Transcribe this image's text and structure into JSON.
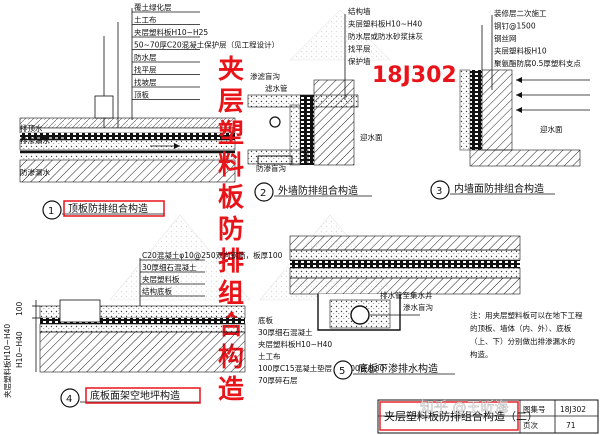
{
  "stamp": "18J302",
  "vertical_title": "夹层塑料板防排组合构造",
  "watermark": "知乎 @王昕海",
  "detail1": {
    "number": "1",
    "title": "顶板防排组合构造",
    "layers": [
      "覆土绿化层",
      "土工布",
      "夹层塑料板H10~H25",
      "50~70厚C20混凝土保护层（见工程设计）",
      "防水层",
      "找平层",
      "找坡层",
      "顶板"
    ],
    "left_labels": [
      "排顶水",
      "排渗漏水",
      "防渗漏水"
    ]
  },
  "detail2": {
    "number": "2",
    "title": "外墙防排组合构造",
    "layers": [
      "结构墙",
      "夹层塑料板H10~H40",
      "防水层或防水砂浆抹灰",
      "找平层",
      "保护墙"
    ],
    "labels": [
      "迎水面",
      "渗滤盲沟",
      "滤水管",
      "防渗盲沟"
    ]
  },
  "detail3": {
    "number": "3",
    "title": "内墙面防排组合构造",
    "layers": [
      "装修层二次施工",
      "钢钉@1500",
      "钢丝网",
      "夹层塑料板H10",
      "聚氨酯防腐0.5厚塑料支点"
    ],
    "labels": [
      "迎水面"
    ]
  },
  "detail4": {
    "number": "4",
    "title": "底板面架空地坪构造",
    "layers": [
      "C20混凝土φ10@250双向钢筋，板厚100",
      "30厚细石混凝土",
      "夹层塑料板",
      "结构底板"
    ],
    "dims": [
      "100",
      "H10~H40",
      "夹层塑料板H10~H40"
    ]
  },
  "detail5": {
    "number": "5",
    "title": "底板下渗排水构造",
    "layers": [
      "底板",
      "30厚细石混凝土",
      "夹层塑料板H10~H40",
      "土工布",
      "100厚C15混凝土垫层（Φ600管@80）",
      "70厚碎石层"
    ],
    "labels": [
      "渗水盲沟",
      "排水管至集水井"
    ]
  },
  "note": "注：用夹层塑料板可以在地下工程的顶板、墙体（内、外）、底板（上、下）分别做出排渗漏水的构造。",
  "title_block": {
    "title": "夹层塑料板防排组合构造（二）",
    "atlas_label": "图集号",
    "atlas_no": "18J302",
    "page_label": "页次",
    "page_no": "71"
  }
}
